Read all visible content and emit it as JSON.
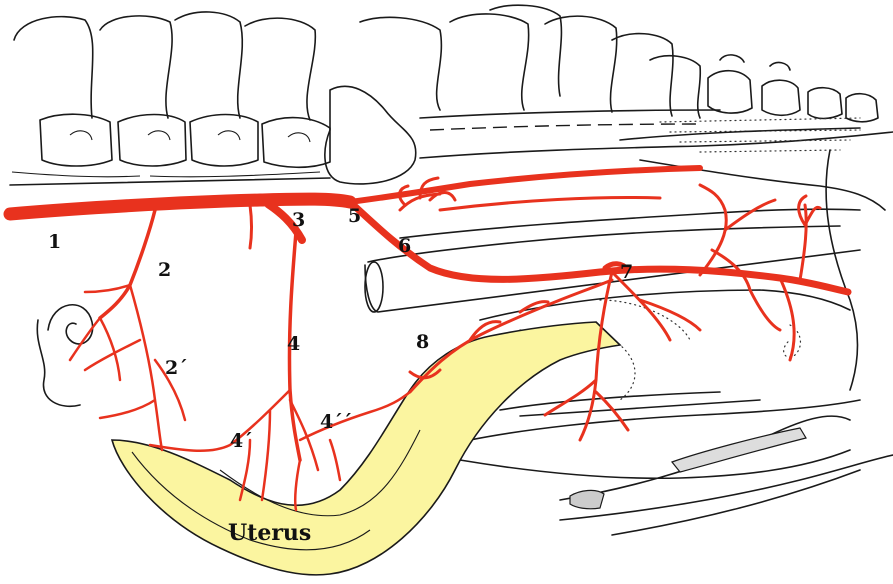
{
  "colors": {
    "artery": "#e8321e",
    "artery_dark": "#c9241a",
    "uterus_fill": "#fbf5a0",
    "outline": "#1a1a1a"
  },
  "labels": {
    "l1": "1",
    "l2": "2",
    "l2p": "2´",
    "l3": "3",
    "l4": "4",
    "l4p": "4´",
    "l4pp": "4´´",
    "l5": "5",
    "l6": "6",
    "l7": "7",
    "l8": "8",
    "uterus": "Uterus"
  }
}
